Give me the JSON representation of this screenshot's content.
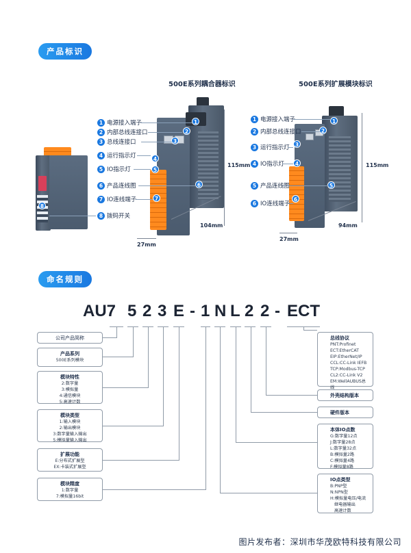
{
  "section1": {
    "title": "产品标识"
  },
  "section2": {
    "title": "命名规则"
  },
  "coupler": {
    "title": "500E系列耦合器标识",
    "labels": [
      "电源接入端子",
      "内部总线连接口",
      "总线连接口",
      "运行指示灯",
      "IO指示灯",
      "产品连线图",
      "IO连线端子",
      "拨码开关"
    ],
    "numbers": [
      "1",
      "2",
      "3",
      "4",
      "5",
      "6",
      "7",
      "8"
    ],
    "height": "115mm",
    "depth": "104mm",
    "width": "27mm"
  },
  "expansion": {
    "title": "500E系列扩展模块标识",
    "labels": [
      "电源接入端子",
      "内部总线连接口",
      "运行指示灯",
      "IO指示灯",
      "产品连线图",
      "IO连线端子"
    ],
    "numbers": [
      "1",
      "2",
      "3",
      "4",
      "5",
      "6"
    ],
    "height": "115mm",
    "depth": "94mm",
    "width": "27mm"
  },
  "code": {
    "parts": [
      "AU7",
      "5",
      "2",
      "3",
      "E",
      "-",
      "1",
      "N",
      "L",
      "2",
      "2",
      "-",
      "ECT"
    ]
  },
  "left_boxes": [
    {
      "title": "公司产品简称",
      "lines": []
    },
    {
      "title": "产品系列",
      "lines": [
        "500E系列模块"
      ]
    },
    {
      "title": "模块特性",
      "lines": [
        "2:数字量",
        "3:模拟量",
        "4:通信模块",
        "5:高速计数"
      ]
    },
    {
      "title": "模块类型",
      "lines": [
        "1:输入模块",
        "2:输出模块",
        "3:数字量输入输出",
        "5:模拟量输入输出"
      ]
    },
    {
      "title": "扩展功能",
      "lines": [
        "E:分布式扩展型",
        "EX:卡装式扩展型"
      ]
    },
    {
      "title": "模块精度",
      "lines": [
        "1:数字量",
        "7:模拟量16bit"
      ]
    }
  ],
  "right_boxes": [
    {
      "title": "总线协议",
      "lines": [
        "PNT:Profinet",
        "ECT:EtherCAT",
        "EIP:EtherNet/IP",
        "CCL:CC-Link IEFB",
        "TCP:Modbus-TCP",
        "CL2:CC-Link V2",
        "EM:WellAUBUS总线"
      ]
    },
    {
      "title": "外壳结构版本",
      "lines": []
    },
    {
      "title": "硬件版本",
      "lines": []
    },
    {
      "title": "本体IO点数",
      "lines": [
        "G:数字量12点",
        "J:数字量28点",
        "L:数字量32点",
        "B:模拟量2路",
        "C:模拟量4路",
        "F:模拟量8路"
      ]
    },
    {
      "title": "IO点类型",
      "lines": [
        "B:PNP型",
        "N:NPN型",
        "H:模拟量电压/电流",
        "继电器输出",
        "高速计数"
      ]
    }
  ],
  "footer": "图片发布者：深圳市华茂欧特科技有限公司",
  "colors": {
    "accent": "#1a78e0",
    "orange": "#ff8a1e"
  }
}
